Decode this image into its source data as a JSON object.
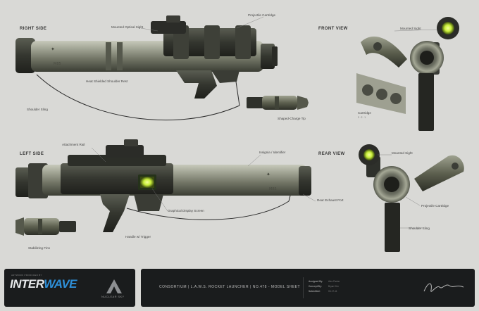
{
  "views": {
    "right_side": "RIGHT SIDE",
    "front_view": "FRONT VIEW",
    "left_side": "LEFT SIDE",
    "rear_view": "REAR VIEW"
  },
  "callouts": {
    "projectile_cartridge_top": "Projectile Cartridge",
    "mounted_optical_sight": "Mounted Optical Sight",
    "heat_shielded_shoulder_rest": "Heat Shielded Shoulder Rest",
    "shoulder_sling_right": "Shoulder Sling",
    "shaped_charge_tip": "Shaped-Charge Tip",
    "mounted_sight_front": "Mounted Sight",
    "cartridge": "Cartridge",
    "attachment_rail": "Attachment Rail",
    "insignia_identifier": "Insignia / Identifier",
    "rear_exhaust_port": "Rear Exhaust Port",
    "graphical_display_screen": "Graphical Display Screen",
    "handle_trigger": "Handle w/ Trigger",
    "stabilizing_fins": "Stabilizing Fins",
    "mounted_sight_rear": "Mounted Sight",
    "projectile_cartridge_rear": "Projectile Cartridge",
    "shoulder_sling_rear": "Shoulder Sling"
  },
  "cartridge_slots": [
    "3",
    "2",
    "1"
  ],
  "markings": {
    "serial_right": "M85",
    "serial_left": "M85"
  },
  "footer": {
    "brand_small": "ARTWORK PRODUCED BY",
    "brand_part1": "INTER",
    "brand_part2": "WAVE",
    "studio_name": "NUCLEAR SKY",
    "sheet_title": "CONSORTIUM  |  L.A.W.S. ROCKET LAUNCHER  |  NO.478  -  MODEL SHEET",
    "credits": [
      {
        "label": "Assigned By:",
        "value": "Alex Parker"
      },
      {
        "label": "Concept By:",
        "value": "Bryan Kim"
      },
      {
        "label": "Submitted:",
        "value": "05-17-11"
      }
    ]
  },
  "colors": {
    "background": "#d9d9d6",
    "footer_panel": "#1a1c1d",
    "barrel": "#8b8e7f",
    "dark_metal": "#2e302c",
    "glow": "#c9ef3a",
    "brand_blue": "#2e8fd8"
  }
}
